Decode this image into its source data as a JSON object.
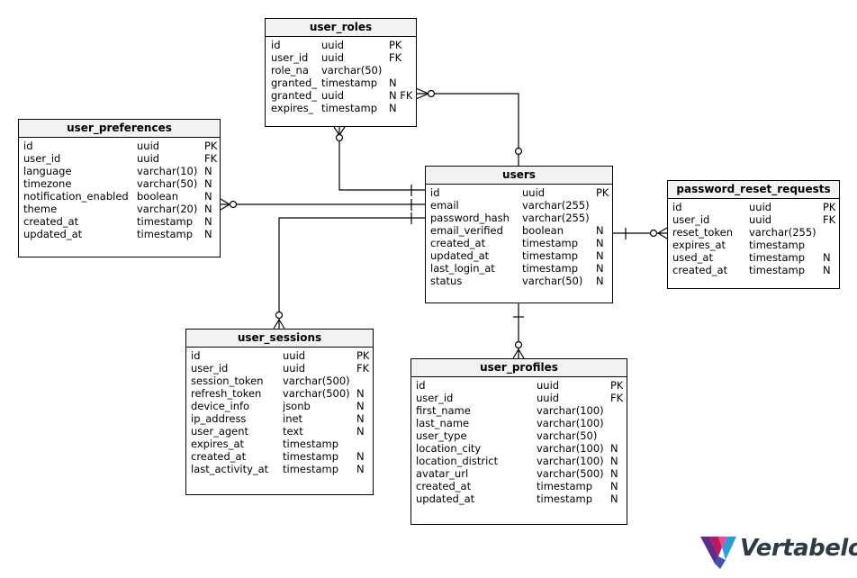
{
  "tables": {
    "user_roles": {
      "name": "user_roles",
      "rows": [
        [
          "id",
          "uuid",
          "PK"
        ],
        [
          "user_id",
          "uuid",
          "FK"
        ],
        [
          "role_na",
          "varchar(50)",
          ""
        ],
        [
          "granted_",
          "timestamp",
          "N"
        ],
        [
          "granted_",
          "uuid",
          "N FK"
        ],
        [
          "expires_",
          "timestamp",
          "N"
        ]
      ]
    },
    "user_preferences": {
      "name": "user_preferences",
      "rows": [
        [
          "id",
          "uuid",
          "PK"
        ],
        [
          "user_id",
          "uuid",
          "FK"
        ],
        [
          "language",
          "varchar(10)",
          "N"
        ],
        [
          "timezone",
          "varchar(50)",
          "N"
        ],
        [
          "notification_enabled",
          "boolean",
          "N"
        ],
        [
          "theme",
          "varchar(20)",
          "N"
        ],
        [
          "created_at",
          "timestamp",
          "N"
        ],
        [
          "updated_at",
          "timestamp",
          "N"
        ]
      ]
    },
    "users": {
      "name": "users",
      "rows": [
        [
          "id",
          "uuid",
          "PK"
        ],
        [
          "email",
          "varchar(255)",
          ""
        ],
        [
          "password_hash",
          "varchar(255)",
          ""
        ],
        [
          "email_verified",
          "boolean",
          "N"
        ],
        [
          "created_at",
          "timestamp",
          "N"
        ],
        [
          "updated_at",
          "timestamp",
          "N"
        ],
        [
          "last_login_at",
          "timestamp",
          "N"
        ],
        [
          "status",
          "varchar(50)",
          "N"
        ]
      ]
    },
    "password_reset_requests": {
      "name": "password_reset_requests",
      "rows": [
        [
          "id",
          "uuid",
          "PK"
        ],
        [
          "user_id",
          "uuid",
          "FK"
        ],
        [
          "reset_token",
          "varchar(255)",
          ""
        ],
        [
          "expires_at",
          "timestamp",
          ""
        ],
        [
          "used_at",
          "timestamp",
          "N"
        ],
        [
          "created_at",
          "timestamp",
          "N"
        ]
      ]
    },
    "user_sessions": {
      "name": "user_sessions",
      "rows": [
        [
          "id",
          "uuid",
          "PK"
        ],
        [
          "user_id",
          "uuid",
          "FK"
        ],
        [
          "session_token",
          "varchar(500)",
          ""
        ],
        [
          "refresh_token",
          "varchar(500)",
          "N"
        ],
        [
          "device_info",
          "jsonb",
          "N"
        ],
        [
          "ip_address",
          "inet",
          "N"
        ],
        [
          "user_agent",
          "text",
          "N"
        ],
        [
          "expires_at",
          "timestamp",
          ""
        ],
        [
          "created_at",
          "timestamp",
          "N"
        ],
        [
          "last_activity_at",
          "timestamp",
          "N"
        ]
      ]
    },
    "user_profiles": {
      "name": "user_profiles",
      "rows": [
        [
          "id",
          "uuid",
          "PK"
        ],
        [
          "user_id",
          "uuid",
          "FK"
        ],
        [
          "first_name",
          "varchar(100)",
          ""
        ],
        [
          "last_name",
          "varchar(100)",
          ""
        ],
        [
          "user_type",
          "varchar(50)",
          ""
        ],
        [
          "location_city",
          "varchar(100)",
          "N"
        ],
        [
          "location_district",
          "varchar(100)",
          "N"
        ],
        [
          "avatar_url",
          "varchar(500)",
          "N"
        ],
        [
          "created_at",
          "timestamp",
          "N"
        ],
        [
          "updated_at",
          "timestamp",
          "N"
        ]
      ]
    }
  },
  "logo": {
    "text": "Vertabelo"
  },
  "colors": {
    "border": "#000000",
    "header": "#f2f2f2",
    "logo_text": "#2f3a45"
  }
}
